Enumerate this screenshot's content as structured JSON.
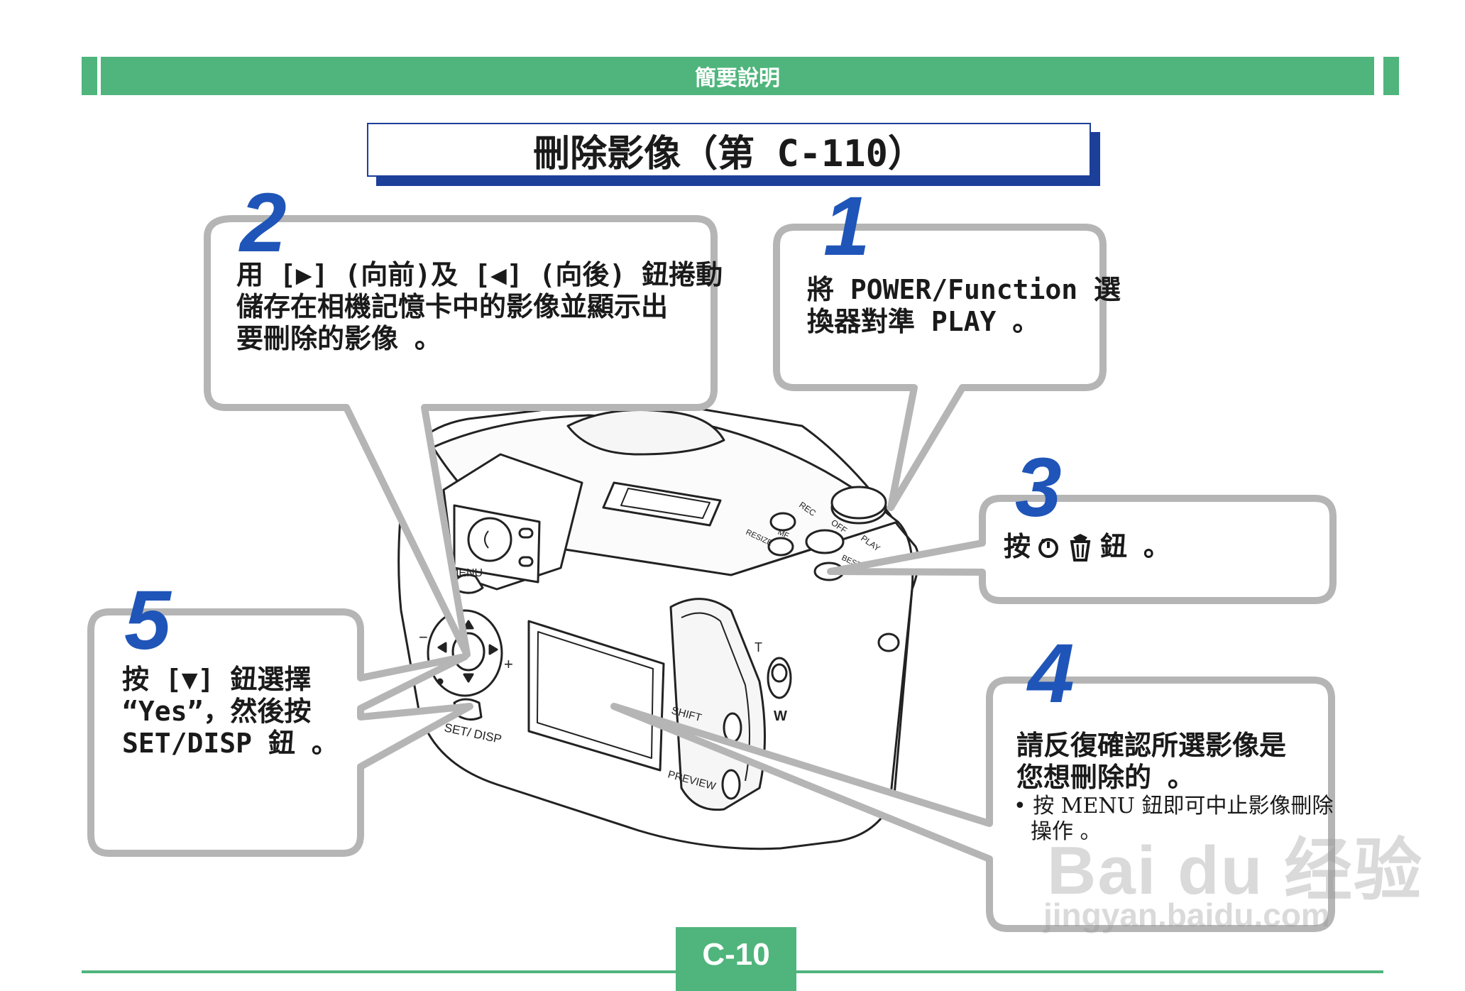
{
  "header": {
    "section_title": "簡要說明"
  },
  "title": "刪除影像（第 C-110）",
  "steps": {
    "s1": {
      "number": "1",
      "lines": [
        "將 POWER/Function 選",
        "換器對準 PLAY 。"
      ]
    },
    "s2": {
      "number": "2",
      "lines": [
        "用 [▶] (向前)及 [◀] (向後) 鈕捲動",
        "儲存在相機記憶卡中的影像並顯示出",
        "要刪除的影像 。"
      ]
    },
    "s3": {
      "number": "3",
      "text": "按",
      "button_icons": [
        "self-timer-icon",
        "trash-icon"
      ],
      "suffix": "鈕 。"
    },
    "s4": {
      "number": "4",
      "lines": [
        "請反復確認所選影像是",
        "您想刪除的 。"
      ],
      "note_lines": [
        "• 按 MENU 鈕即可中止影像刪除",
        "操作 。"
      ]
    },
    "s5": {
      "number": "5",
      "lines": [
        "按 [▼] 鈕選擇",
        "“Yes”，然後按",
        "SET/DISP 鈕 。"
      ]
    }
  },
  "camera_labels": {
    "menu": "MENU",
    "set_disp": "SET/ DISP",
    "shift": "SHIFT",
    "preview": "PREVIEW",
    "rec": "REC",
    "off": "OFF",
    "play": "PLAY",
    "resize": "RESIZE",
    "best": "BEST",
    "mf": "MF",
    "tele": "T",
    "wide": "W",
    "minus": "−",
    "plus": "+"
  },
  "watermark": {
    "brand": "Bai du 经验",
    "url": "jingyan.baidu.com"
  },
  "footer": {
    "page_number": "C-10"
  },
  "colors": {
    "header_green": "#4fb57c",
    "title_blue": "#1c3f9a",
    "step_number_blue": "#1f55b8",
    "callout_gray": "#b5b5b5"
  }
}
